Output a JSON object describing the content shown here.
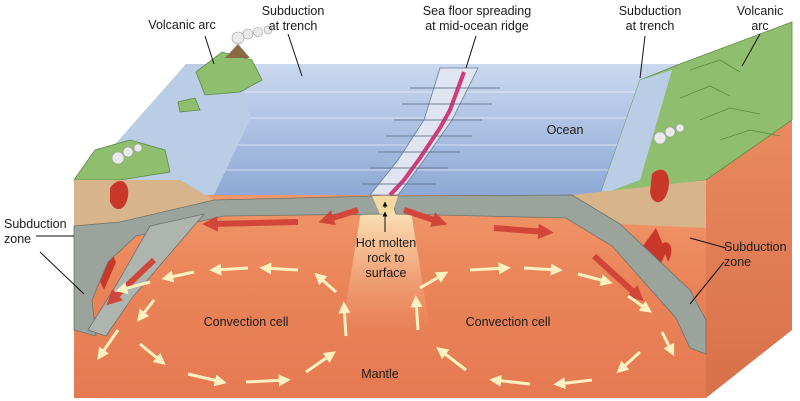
{
  "labels": {
    "volcanic_arc_left": "Volcanic arc",
    "subduction_trench_left": [
      "Subduction",
      "at trench"
    ],
    "sea_floor_spreading": [
      "Sea floor spreading",
      "at mid-ocean ridge"
    ],
    "subduction_trench_right": [
      "Subduction",
      "at trench"
    ],
    "volcanic_arc_right": [
      "Volcanic",
      "arc"
    ],
    "ocean": "Ocean",
    "subduction_zone_left": [
      "Subduction",
      "zone"
    ],
    "subduction_zone_right": [
      "Subduction",
      "zone"
    ],
    "hot_molten_rock": [
      "Hot molten",
      "rock to",
      "surface"
    ],
    "convection_cell_left": "Convection cell",
    "convection_cell_right": "Convection cell",
    "mantle": "Mantle"
  },
  "colors": {
    "ocean": "#a9c2e2",
    "ocean_dark": "#7f9fcf",
    "mantle": "#e9825a",
    "mantle_light": "#f3a37a",
    "crust": "#9aa39c",
    "land_green": "#8fbf6e",
    "sediment": "#d8b48a",
    "lava": "#c9362a",
    "plate_arrow": "#d2463a",
    "convection_arrow": "#fbf2c0"
  }
}
